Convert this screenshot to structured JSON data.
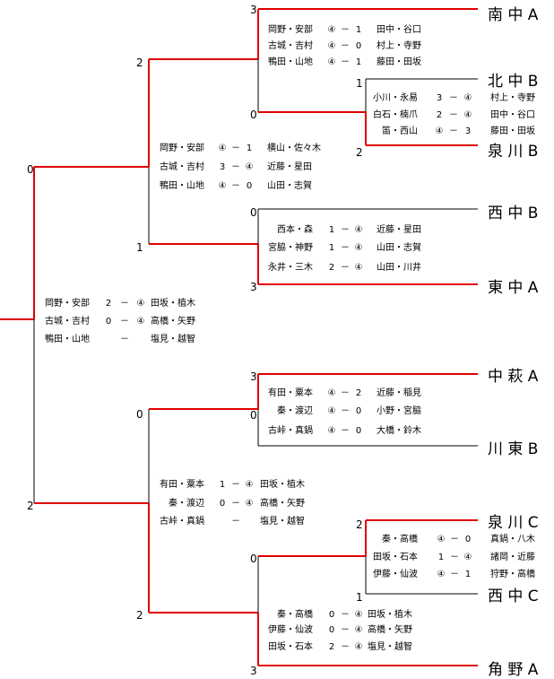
{
  "bracket": {
    "colors": {
      "line": "#000000",
      "winner": "#e00000"
    },
    "teams": [
      "南 中 A",
      "北 中 B",
      "泉 川 B",
      "西 中 B",
      "東 中 A",
      "中 萩 A",
      "川 東 B",
      "泉 川 C",
      "西 中 C",
      "角 野 A"
    ],
    "scores": [
      {
        "v": "3"
      },
      {
        "v": "0"
      },
      {
        "v": "1"
      },
      {
        "v": "2"
      },
      {
        "v": "0"
      },
      {
        "v": "3"
      },
      {
        "v": "2"
      },
      {
        "v": "1"
      },
      {
        "v": "0"
      },
      {
        "v": "3"
      },
      {
        "v": "0"
      },
      {
        "v": "2"
      },
      {
        "v": "1"
      },
      {
        "v": "0"
      },
      {
        "v": "3"
      },
      {
        "v": "0"
      },
      {
        "v": "2"
      },
      {
        "v": "2"
      }
    ],
    "matches": [
      {
        "rows": [
          {
            "l": "岡野・安部",
            "a": "④",
            "b": "1",
            "r": "田中・谷口"
          },
          {
            "l": "古城・吉村",
            "a": "④",
            "b": "0",
            "r": "村上・寺野"
          },
          {
            "l": "鴨田・山地",
            "a": "④",
            "b": "1",
            "r": "藤田・田坂"
          }
        ]
      },
      {
        "rows": [
          {
            "l": "小川・永易",
            "a": "3",
            "b": "④",
            "r": "村上・寺野"
          },
          {
            "l": "白石・楠爪",
            "a": "2",
            "b": "④",
            "r": "田中・谷口"
          },
          {
            "l": "笛・西山",
            "a": "④",
            "b": "3",
            "r": "藤田・田坂"
          }
        ]
      },
      {
        "rows": [
          {
            "l": "岡野・安部",
            "a": "④",
            "b": "1",
            "r": "横山・佐々木"
          },
          {
            "l": "古城・吉村",
            "a": "3",
            "b": "④",
            "r": "近藤・星田"
          },
          {
            "l": "鴨田・山地",
            "a": "④",
            "b": "0",
            "r": "山田・志賀"
          }
        ]
      },
      {
        "rows": [
          {
            "l": "西本・森",
            "a": "1",
            "b": "④",
            "r": "近藤・星田"
          },
          {
            "l": "宮脇・神野",
            "a": "1",
            "b": "④",
            "r": "山田・志賀"
          },
          {
            "l": "永井・三木",
            "a": "2",
            "b": "④",
            "r": "山田・川井"
          }
        ]
      },
      {
        "rows": [
          {
            "l": "岡野・安部",
            "a": "2",
            "b": "④",
            "r": "田坂・植木"
          },
          {
            "l": "古城・吉村",
            "a": "0",
            "b": "④",
            "r": "高橋・矢野"
          },
          {
            "l": "鴨田・山地",
            "a": "",
            "b": "",
            "r": "塩見・越智"
          }
        ]
      },
      {
        "rows": [
          {
            "l": "有田・粟本",
            "a": "④",
            "b": "2",
            "r": "近藤・稲見"
          },
          {
            "l": "秦・渡辺",
            "a": "④",
            "b": "0",
            "r": "小野・宮脇"
          },
          {
            "l": "古峠・真鍋",
            "a": "④",
            "b": "0",
            "r": "大橋・鈴木"
          }
        ]
      },
      {
        "rows": [
          {
            "l": "有田・粟本",
            "a": "1",
            "b": "④",
            "r": "田坂・植木"
          },
          {
            "l": "秦・渡辺",
            "a": "0",
            "b": "④",
            "r": "高橋・矢野"
          },
          {
            "l": "古峠・真鍋",
            "a": "",
            "b": "",
            "r": "塩見・越智"
          }
        ]
      },
      {
        "rows": [
          {
            "l": "秦・高橋",
            "a": "④",
            "b": "0",
            "r": "真鍋・八木"
          },
          {
            "l": "田坂・石本",
            "a": "1",
            "b": "④",
            "r": "諸岡・近藤"
          },
          {
            "l": "伊藤・仙波",
            "a": "④",
            "b": "1",
            "r": "狩野・高橋"
          }
        ]
      },
      {
        "rows": [
          {
            "l": "秦・高橋",
            "a": "0",
            "b": "④",
            "r": "田坂・植木"
          },
          {
            "l": "伊藤・仙波",
            "a": "0",
            "b": "④",
            "r": "高橋・矢野"
          },
          {
            "l": "田坂・石本",
            "a": "2",
            "b": "④",
            "r": "塩見・越智"
          }
        ]
      }
    ]
  }
}
